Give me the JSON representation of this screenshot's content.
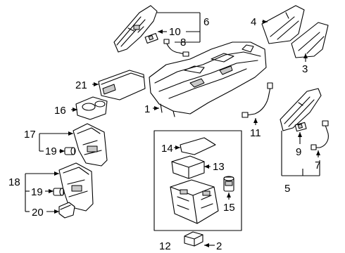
{
  "callouts": {
    "c1": "1",
    "c2": "2",
    "c3": "3",
    "c4": "4",
    "c5": "5",
    "c6": "6",
    "c7": "7",
    "c8": "8",
    "c9": "9",
    "c10": "10",
    "c11": "11",
    "c12": "12",
    "c13": "13",
    "c14": "14",
    "c15": "15",
    "c16": "16",
    "c17": "17",
    "c18": "18",
    "c19a": "19",
    "c19b": "19",
    "c20": "20",
    "c21": "21"
  }
}
